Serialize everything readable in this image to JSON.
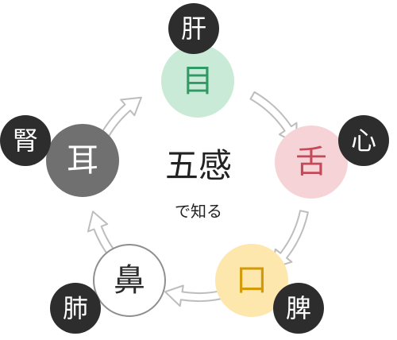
{
  "center": {
    "title": "五感",
    "subtitle": "で知る"
  },
  "senses": [
    {
      "id": "eye",
      "label": "目",
      "organ": "肝",
      "bg": "#c9ead6",
      "fg": "#2f9a63",
      "border": "#c9ead6"
    },
    {
      "id": "tongue",
      "label": "舌",
      "organ": "心",
      "bg": "#f6d3d7",
      "fg": "#c24a59",
      "border": "#f6d3d7"
    },
    {
      "id": "mouth",
      "label": "口",
      "organ": "脾",
      "bg": "#fde7ad",
      "fg": "#d29a06",
      "border": "#fde7ad"
    },
    {
      "id": "nose",
      "label": "鼻",
      "organ": "肺",
      "bg": "#ffffff",
      "fg": "#2d2d2d",
      "border": "#8f8f8f"
    },
    {
      "id": "ear",
      "label": "耳",
      "organ": "腎",
      "bg": "#707070",
      "fg": "#ffffff",
      "border": "#707070"
    }
  ],
  "colors": {
    "arrow_fill": "#ffffff",
    "arrow_stroke": "#bdbdbd",
    "organ_bg": "#2d2d2d"
  }
}
